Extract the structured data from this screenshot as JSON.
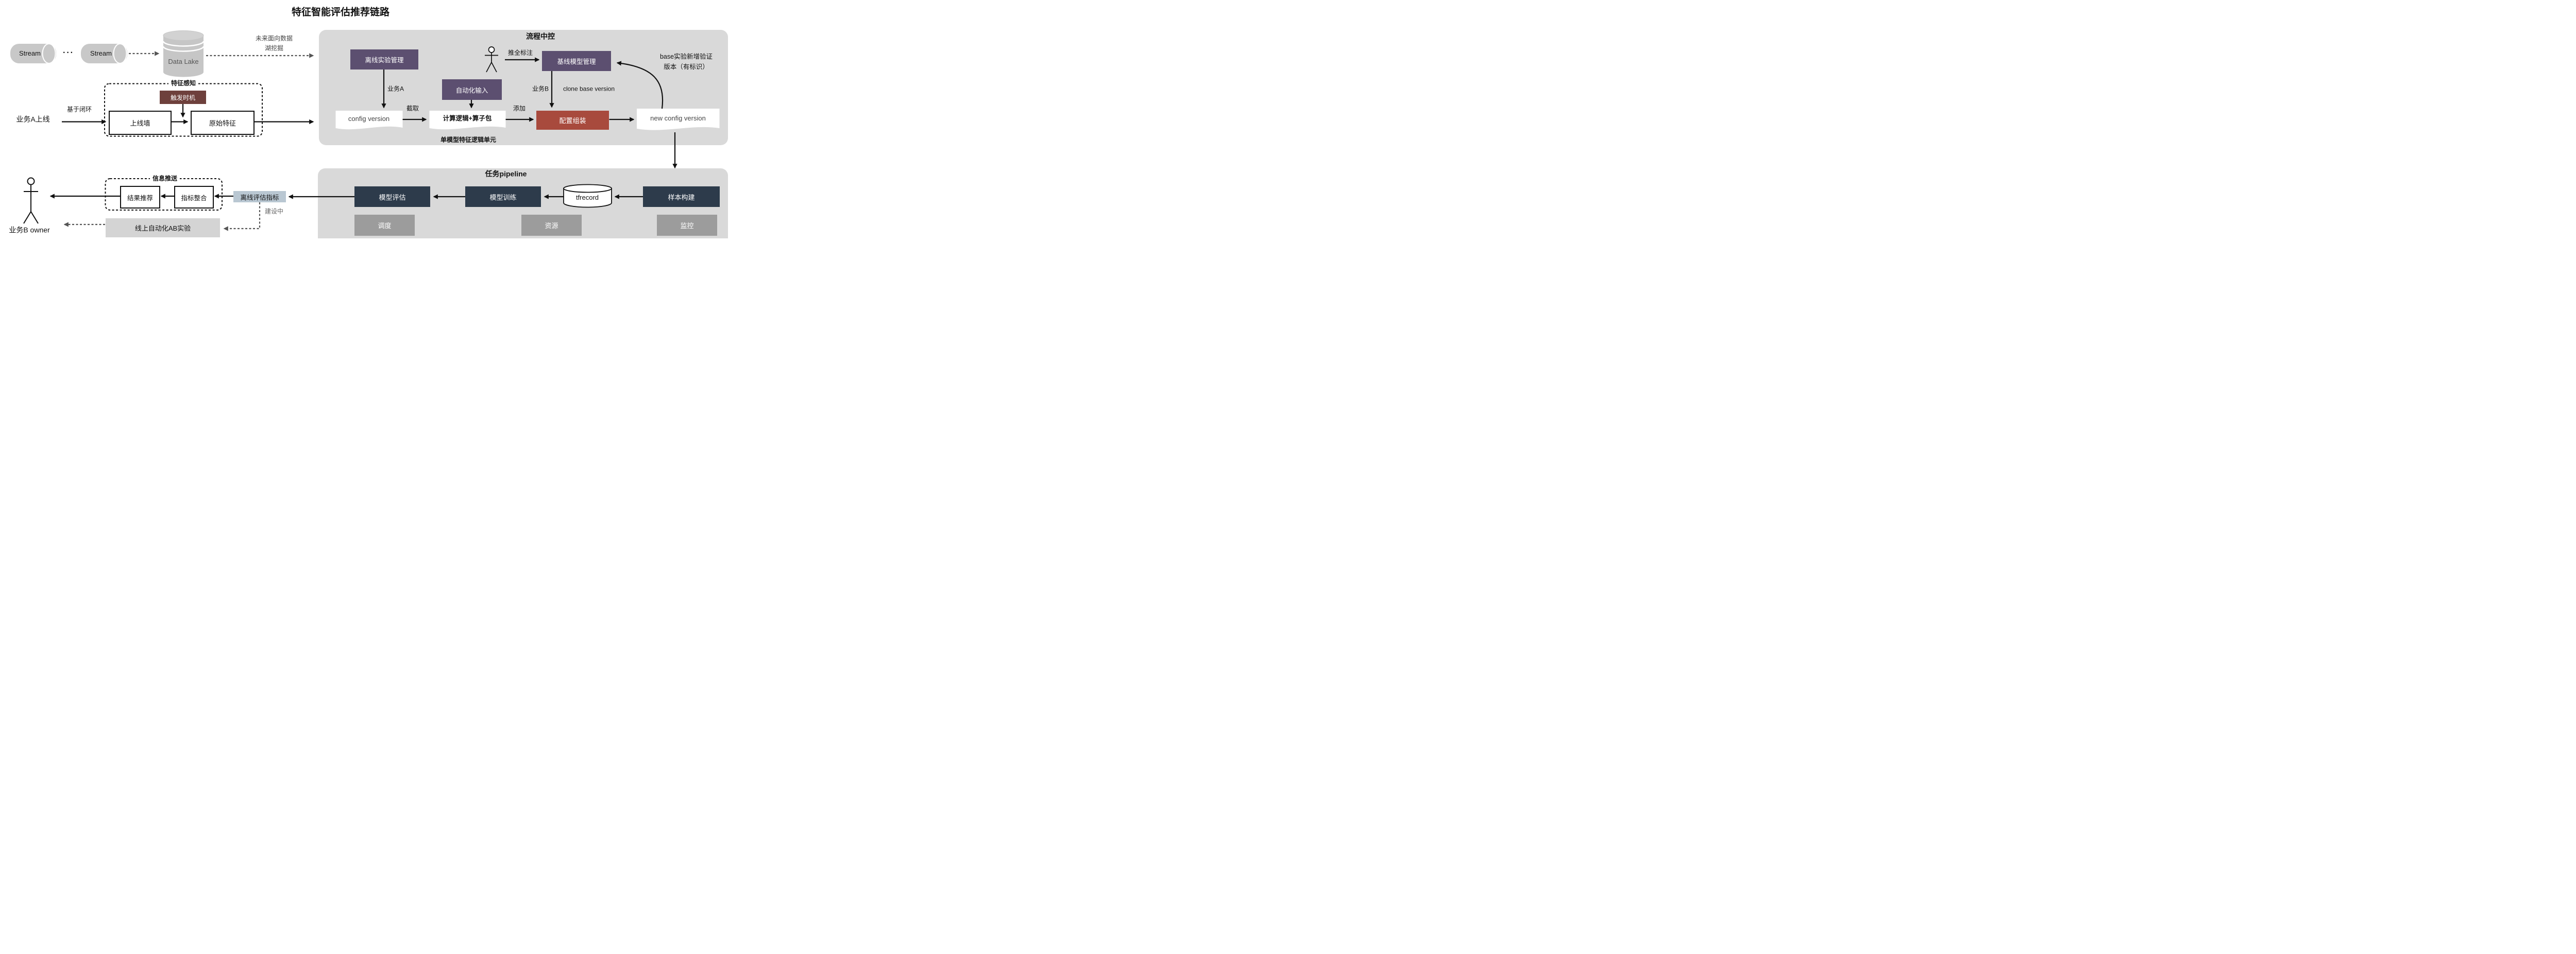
{
  "title": "特征智能评估推荐链路",
  "top_left": {
    "stream1": "Stream",
    "stream2": "Stream",
    "dots": "···",
    "data_lake": "Data Lake",
    "future_line1": "未来面向数据",
    "future_line2": "湖挖掘"
  },
  "feature_perception": {
    "group_label": "特征感知",
    "trigger": "触发时机",
    "online_wall": "上线墙",
    "raw_feature": "原始特征",
    "business_a_online": "业务A上线",
    "closed_loop": "基于闭环"
  },
  "process_control": {
    "panel_title": "流程中控",
    "offline_exp_mgmt": "离线实验管理",
    "auto_input": "自动化输入",
    "baseline_model_mgmt": "基线模型管理",
    "push_label": "推全标注",
    "business_a": "业务A",
    "business_b": "业务B",
    "clone_base": "clone base version",
    "config_version": "config version",
    "intercept": "截取",
    "compute_logic": "计算逻辑+算子包",
    "single_model_unit": "单模型特征逻辑单元",
    "add": "添加",
    "config_assembly": "配置组装",
    "new_config_version": "new config version",
    "base_exp_line1": "base实验新增验证",
    "base_exp_line2": "版本（有标识）"
  },
  "task_pipeline": {
    "panel_title": "任务pipeline",
    "sample_build": "样本构建",
    "monitor": "监控",
    "tfrecord": "tfrecord",
    "model_train": "模型训练",
    "resource": "资源",
    "model_eval": "模型评估",
    "schedule": "调度"
  },
  "bottom_left": {
    "offline_metrics": "离线评估指标",
    "under_construction": "建设中",
    "info_push": "信息推送",
    "result_recommend": "结果推荐",
    "metric_integration": "指标整合",
    "online_ab": "线上自动化AB实验",
    "owner": "业务B owner"
  },
  "colors": {
    "panel_gray": "#d9d9d9",
    "purple": "#5c4f70",
    "maroon": "#6e403c",
    "brick_red": "#a84a3d",
    "navy": "#2d3b4b",
    "gray_box": "#9c9c9c",
    "light_blue": "#b9c7d2",
    "ab_gray": "#d4d4d4",
    "arrow_black": "#111111",
    "arrow_gray": "#555555"
  }
}
